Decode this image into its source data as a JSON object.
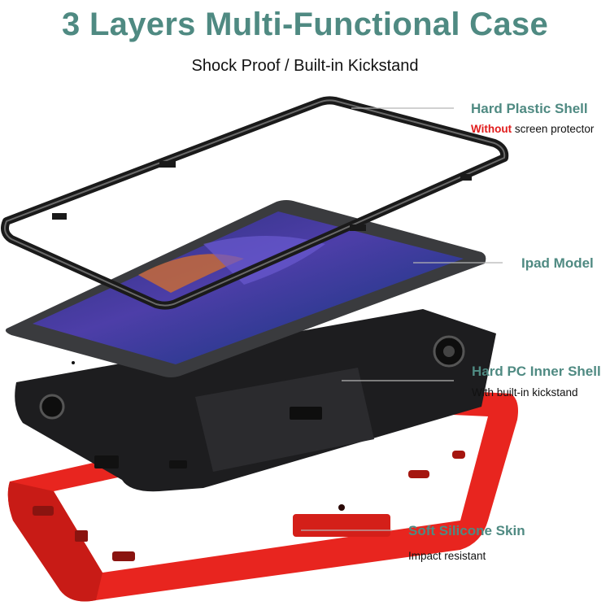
{
  "header": {
    "title": "3 Layers Multi-Functional Case",
    "subtitle": "Shock Proof / Built-in Kickstand"
  },
  "layers": [
    {
      "title": "Hard Plastic Shell",
      "desc_highlight": "Without",
      "desc": " screen protector"
    },
    {
      "title": "Ipad Model"
    },
    {
      "title": "Hard PC Inner Shell",
      "desc": "With built-in kickstand"
    },
    {
      "title": "Soft Silicone Skin",
      "desc": "Impact resistant"
    }
  ],
  "colors": {
    "accent": "#4f8a82",
    "highlight": "#e01b1b",
    "silicone": "#e8251f",
    "frame": "#1a1a1a",
    "tablet_body": "#3a3b3e"
  }
}
